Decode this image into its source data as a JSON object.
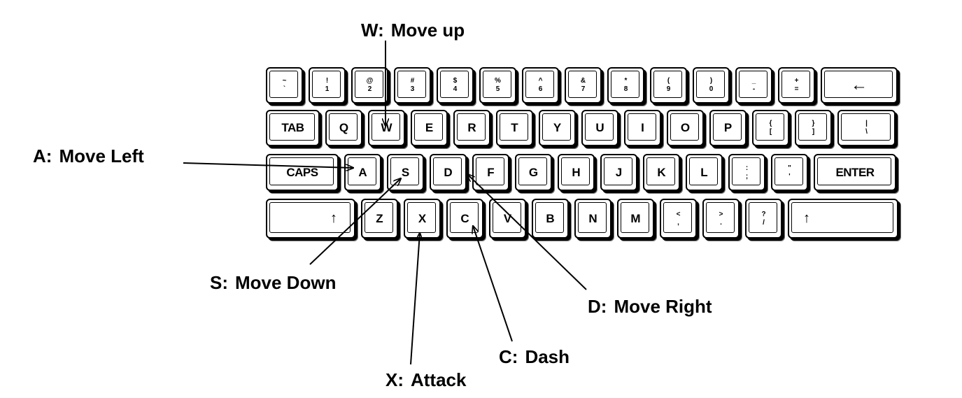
{
  "keyboard": {
    "rows": [
      [
        {
          "id": "tilde",
          "top": "~",
          "bottom": "`"
        },
        {
          "id": "1",
          "top": "!",
          "bottom": "1"
        },
        {
          "id": "2",
          "top": "@",
          "bottom": "2"
        },
        {
          "id": "3",
          "top": "#",
          "bottom": "3"
        },
        {
          "id": "4",
          "top": "$",
          "bottom": "4"
        },
        {
          "id": "5",
          "top": "%",
          "bottom": "5"
        },
        {
          "id": "6",
          "top": "^",
          "bottom": "6"
        },
        {
          "id": "7",
          "top": "&",
          "bottom": "7"
        },
        {
          "id": "8",
          "top": "*",
          "bottom": "8"
        },
        {
          "id": "9",
          "top": "(",
          "bottom": "9"
        },
        {
          "id": "0",
          "top": ")",
          "bottom": "0"
        },
        {
          "id": "minus",
          "top": "_",
          "bottom": "-"
        },
        {
          "id": "equals",
          "top": "+",
          "bottom": "="
        },
        {
          "id": "backspace",
          "label": "←"
        }
      ],
      [
        {
          "id": "tab",
          "label": "TAB"
        },
        {
          "id": "q",
          "label": "Q"
        },
        {
          "id": "w",
          "label": "W"
        },
        {
          "id": "e",
          "label": "E"
        },
        {
          "id": "r",
          "label": "R"
        },
        {
          "id": "t",
          "label": "T"
        },
        {
          "id": "y",
          "label": "Y"
        },
        {
          "id": "u",
          "label": "U"
        },
        {
          "id": "i",
          "label": "I"
        },
        {
          "id": "o",
          "label": "O"
        },
        {
          "id": "p",
          "label": "P"
        },
        {
          "id": "lbracket",
          "top": "{",
          "bottom": "["
        },
        {
          "id": "rbracket",
          "top": "}",
          "bottom": "]"
        },
        {
          "id": "backslash",
          "top": "|",
          "bottom": "\\"
        }
      ],
      [
        {
          "id": "caps",
          "label": "CAPS"
        },
        {
          "id": "a",
          "label": "A"
        },
        {
          "id": "s",
          "label": "S"
        },
        {
          "id": "d",
          "label": "D"
        },
        {
          "id": "f",
          "label": "F"
        },
        {
          "id": "g",
          "label": "G"
        },
        {
          "id": "h",
          "label": "H"
        },
        {
          "id": "j",
          "label": "J"
        },
        {
          "id": "k",
          "label": "K"
        },
        {
          "id": "l",
          "label": "L"
        },
        {
          "id": "semicolon",
          "top": ":",
          "bottom": ";"
        },
        {
          "id": "quote",
          "top": "\"",
          "bottom": "'"
        },
        {
          "id": "enter",
          "label": "ENTER"
        }
      ],
      [
        {
          "id": "lshift",
          "label": "↑"
        },
        {
          "id": "z",
          "label": "Z"
        },
        {
          "id": "x",
          "label": "X"
        },
        {
          "id": "c",
          "label": "C"
        },
        {
          "id": "v",
          "label": "V"
        },
        {
          "id": "b",
          "label": "B"
        },
        {
          "id": "n",
          "label": "N"
        },
        {
          "id": "m",
          "label": "M"
        },
        {
          "id": "comma",
          "top": "<",
          "bottom": ","
        },
        {
          "id": "period",
          "top": ">",
          "bottom": "."
        },
        {
          "id": "slash",
          "top": "?",
          "bottom": "/"
        },
        {
          "id": "rshift",
          "label": "↑"
        }
      ]
    ]
  },
  "callouts": {
    "w": {
      "key": "W:",
      "action": "Move up"
    },
    "a": {
      "key": "A:",
      "action": "Move Left"
    },
    "s": {
      "key": "S:",
      "action": "Move Down"
    },
    "d": {
      "key": "D:",
      "action": "Move Right"
    },
    "x": {
      "key": "X:",
      "action": "Attack"
    },
    "c": {
      "key": "C:",
      "action": "Dash"
    }
  }
}
